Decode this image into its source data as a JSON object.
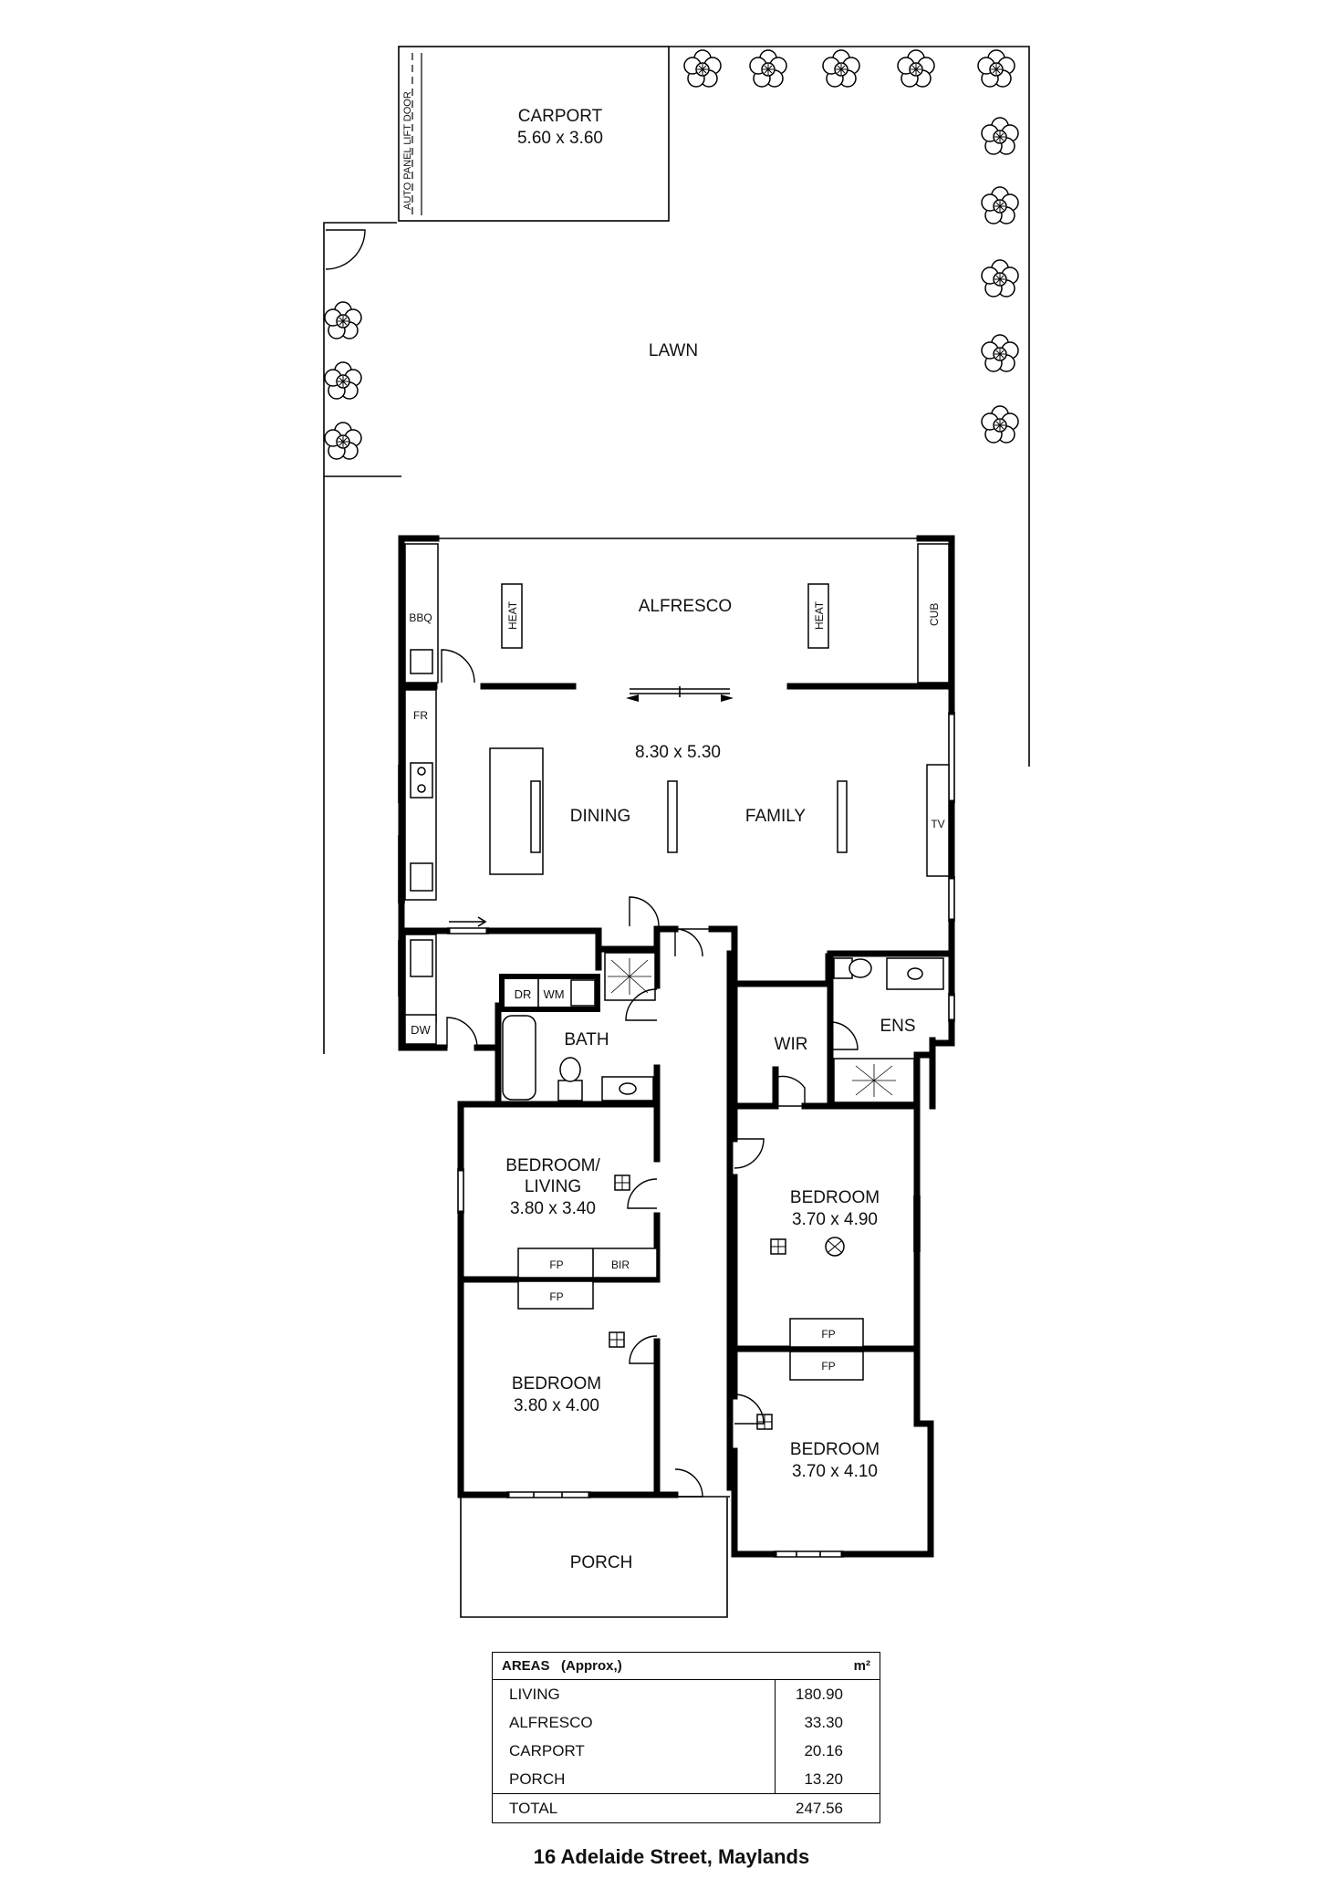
{
  "rooms": {
    "carport": {
      "name": "CARPORT",
      "dims": "5.60 x 3.60"
    },
    "auto_door": "AUTO PANEL LIFT DOOR",
    "lawn": "LAWN",
    "alfresco": "ALFRESCO",
    "heat": "HEAT",
    "cub": "CUB",
    "bbq": "BBQ",
    "fr": "FR",
    "living_dims": "8.30 x 5.30",
    "dining": "DINING",
    "family": "FAMILY",
    "tv": "TV",
    "dr": "DR",
    "wm": "WM",
    "dw": "DW",
    "bath": "BATH",
    "wir": "WIR",
    "ens": "ENS",
    "bed_living": {
      "line1": "BEDROOM/",
      "line2": "LIVING",
      "dims": "3.80 x 3.40"
    },
    "fp": "FP",
    "bir": "BIR",
    "bed_front_left": {
      "name": "BEDROOM",
      "dims": "3.80 x 4.00"
    },
    "bed_right_upper": {
      "name": "BEDROOM",
      "dims": "3.70 x 4.90"
    },
    "bed_right_lower": {
      "name": "BEDROOM",
      "dims": "3.70 x 4.10"
    },
    "porch": "PORCH"
  },
  "areas": {
    "title": "AREAS",
    "approx": "(Approx,)",
    "unit": "m²",
    "rows": [
      {
        "name": "LIVING",
        "value": "180.90"
      },
      {
        "name": "ALFRESCO",
        "value": "33.30"
      },
      {
        "name": "CARPORT",
        "value": "20.16"
      },
      {
        "name": "PORCH",
        "value": "13.20"
      }
    ],
    "total": {
      "name": "TOTAL",
      "value": "247.56"
    }
  },
  "address": "16 Adelaide Street, Maylands"
}
